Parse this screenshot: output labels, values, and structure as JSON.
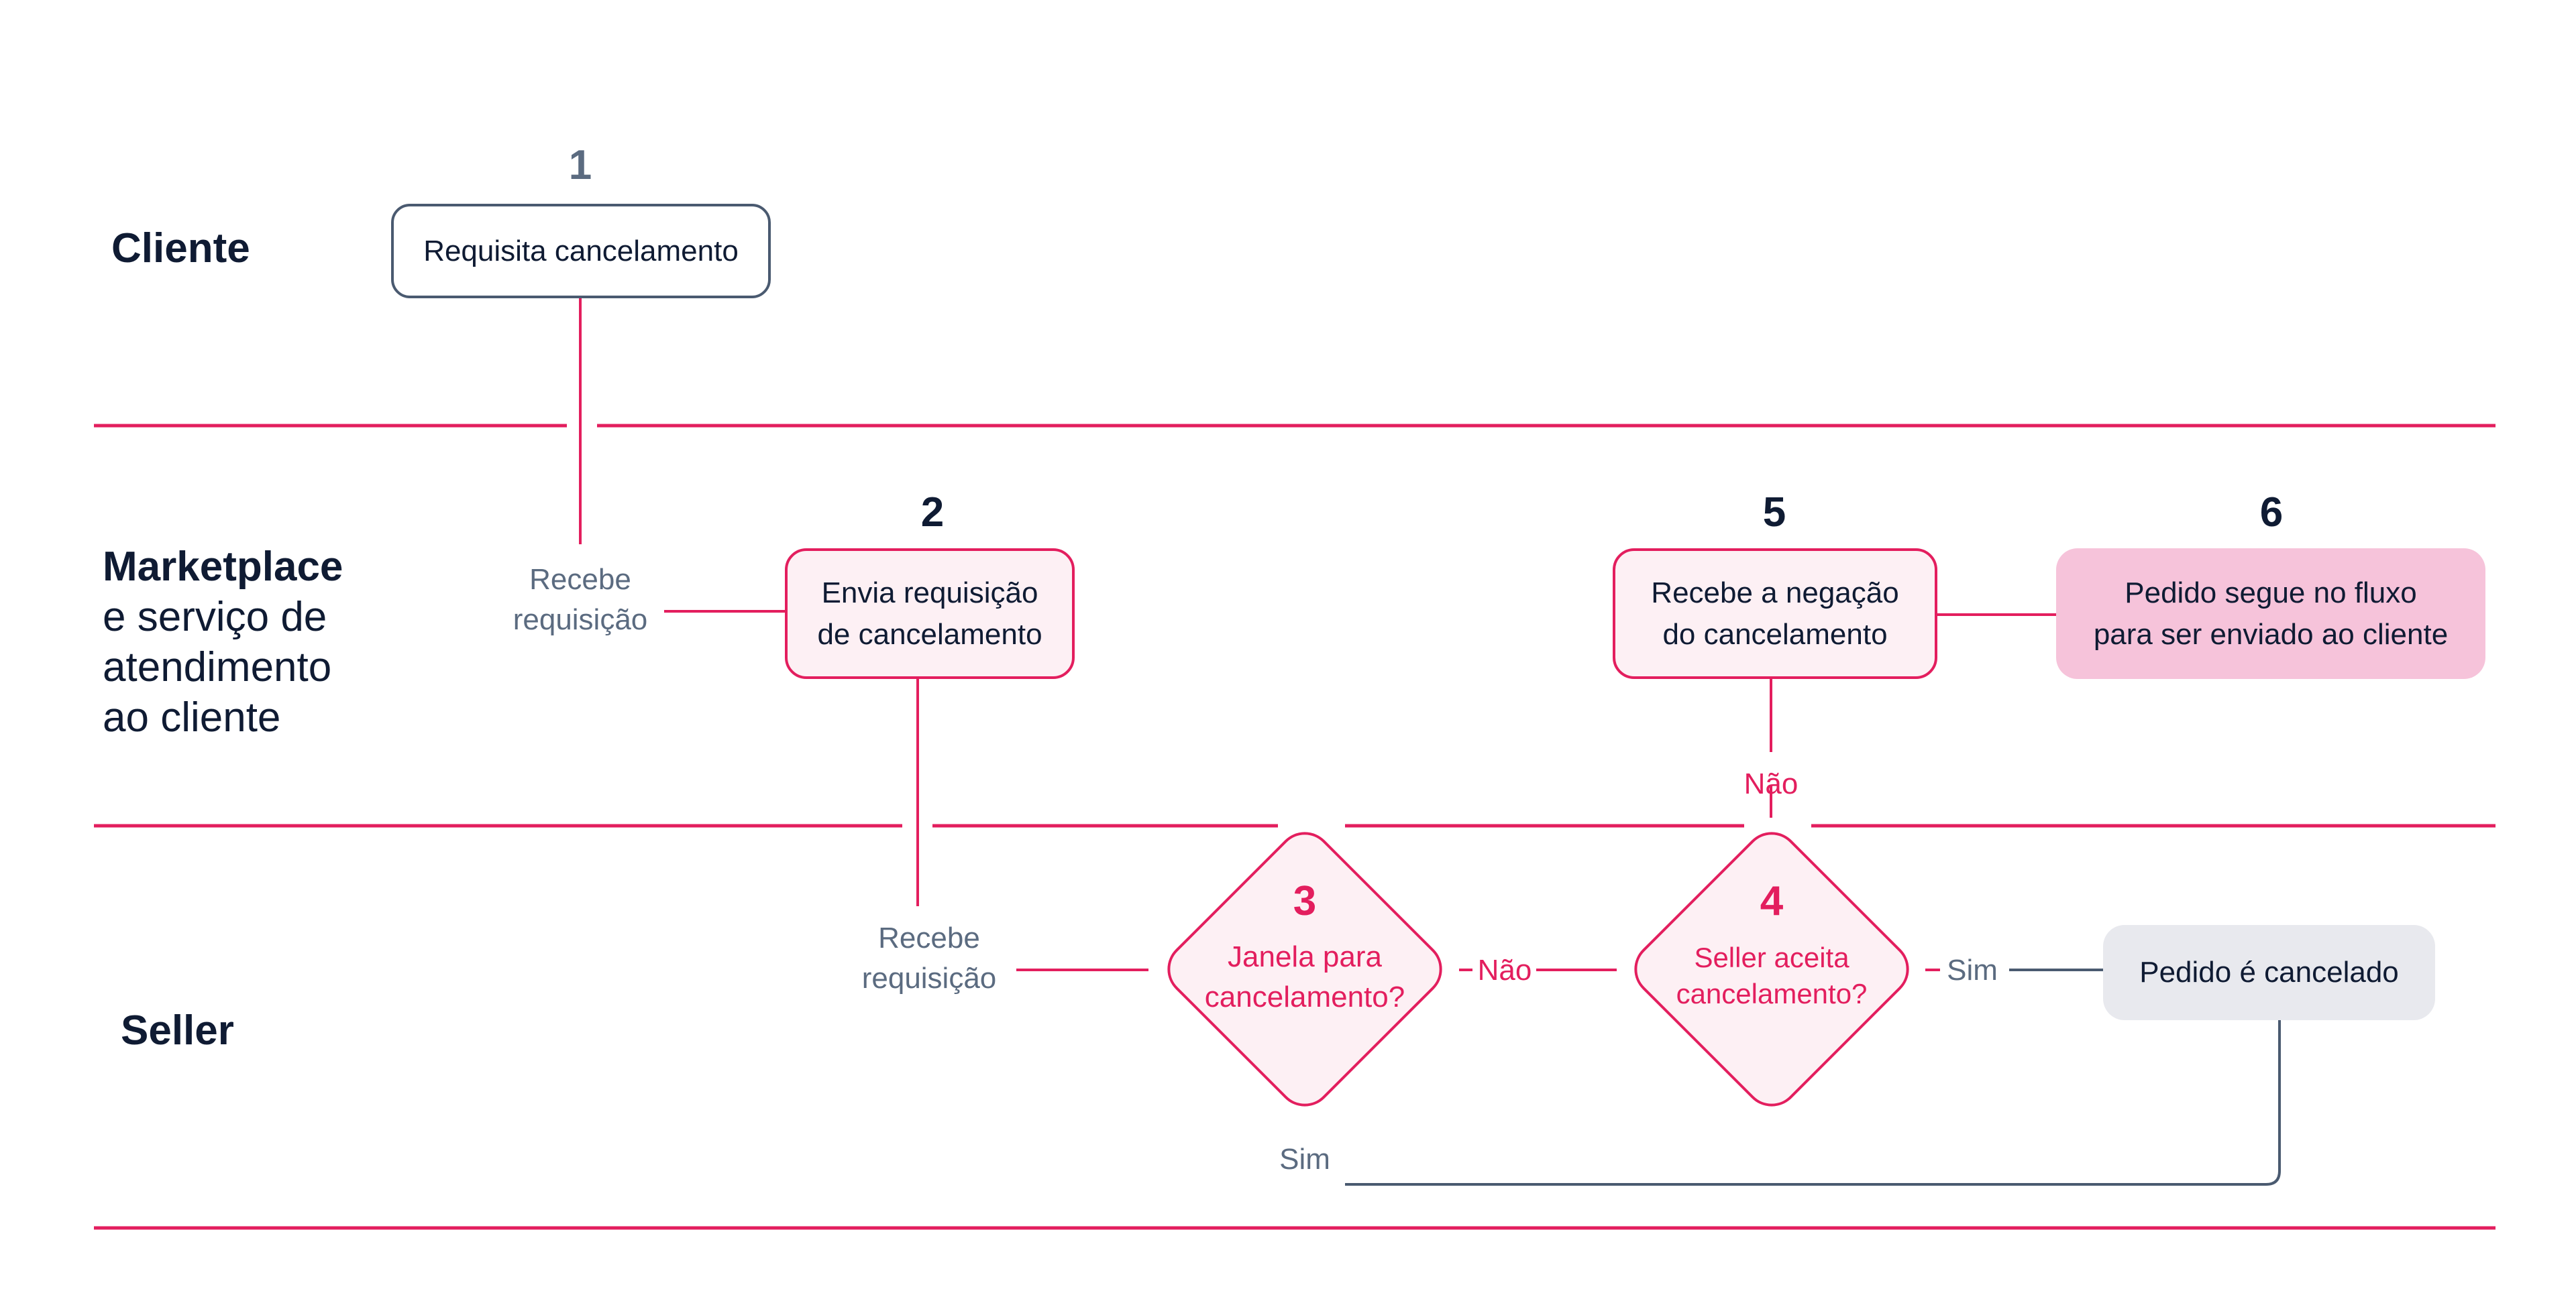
{
  "colors": {
    "accent": "#e31e5e",
    "dark_text": "#0f1b33",
    "grey_text": "#5b6b80",
    "grey_line": "#4a5a70",
    "pink_fill": "#fdf0f4",
    "pink_strong_fill": "#f6c3da",
    "grey_fill": "#e8e9ee"
  },
  "lanes": {
    "cliente": {
      "title": "Cliente"
    },
    "marketplace": {
      "title": "Marketplace",
      "subtitle": "e serviço de\natendimento\nao cliente"
    },
    "seller": {
      "title": "Seller"
    }
  },
  "steps": {
    "s1": {
      "num": "1",
      "text": "Requisita cancelamento"
    },
    "s2": {
      "num": "2",
      "text": "Envia requisição\nde cancelamento"
    },
    "s3": {
      "num": "3",
      "text": "Janela para\ncancelamento?"
    },
    "s4": {
      "num": "4",
      "text": "Seller aceita\ncancelamento?"
    },
    "s5": {
      "num": "5",
      "text": "Recebe a negação\ndo cancelamento"
    },
    "s6": {
      "num": "6",
      "text": "Pedido segue no fluxo\npara ser enviado ao cliente"
    },
    "cancel": {
      "text": "Pedido é cancelado"
    }
  },
  "labels": {
    "recebe_marketplace": "Recebe\nrequisição",
    "recebe_seller": "Recebe\nrequisição",
    "nao_3": "Não",
    "nao_4": "Não",
    "sim_4": "Sim",
    "sim_3": "Sim"
  }
}
